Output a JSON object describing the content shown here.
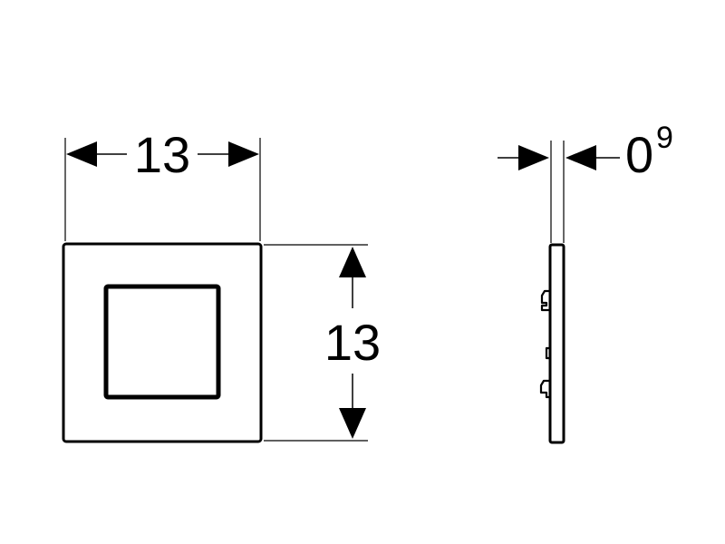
{
  "front_view": {
    "width_label": "13",
    "height_label": "13"
  },
  "side_view": {
    "thickness_label_main": "0",
    "thickness_label_sup": "9"
  },
  "colors": {
    "line": "#000000",
    "background": "#ffffff"
  }
}
